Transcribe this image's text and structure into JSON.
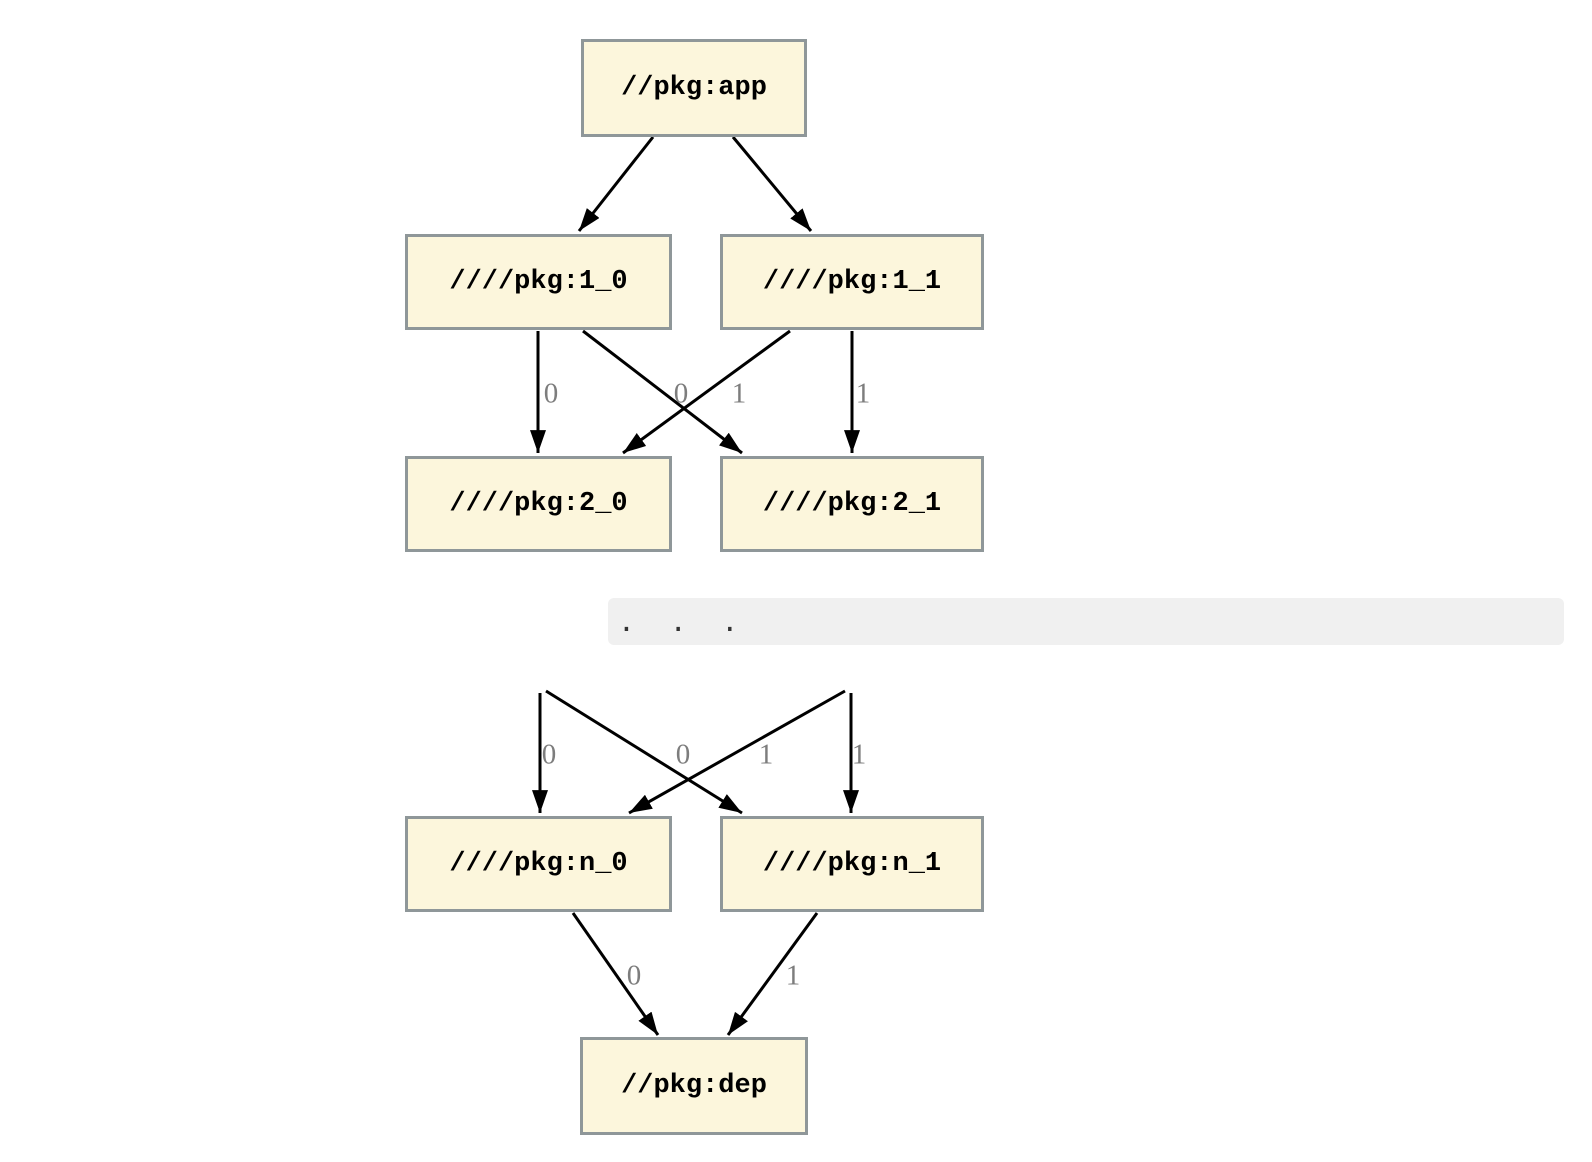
{
  "diagram": {
    "type": "dependency-graph",
    "colors": {
      "background": "#ffffff",
      "node_fill": "#fcf6dc",
      "node_border": "#8f9799",
      "node_text": "#000000",
      "edge": "#000000",
      "edge_label": "#7d7d7d",
      "ellipsis_band": "#f0f0f0"
    },
    "nodes": {
      "app": {
        "label": "//pkg:app"
      },
      "l1_0": {
        "label": "////pkg:1_0"
      },
      "l1_1": {
        "label": "////pkg:1_1"
      },
      "l2_0": {
        "label": "////pkg:2_0"
      },
      "l2_1": {
        "label": "////pkg:2_1"
      },
      "ln_0": {
        "label": "////pkg:n_0"
      },
      "ln_1": {
        "label": "////pkg:n_1"
      },
      "dep": {
        "label": "//pkg:dep"
      }
    },
    "ellipsis": {
      "text": ". . ."
    },
    "edges": [
      {
        "from": "//pkg:app",
        "to": "////pkg:1_0",
        "label": ""
      },
      {
        "from": "//pkg:app",
        "to": "////pkg:1_1",
        "label": ""
      },
      {
        "from": "////pkg:1_0",
        "to": "////pkg:2_0",
        "label": "0"
      },
      {
        "from": "////pkg:1_0",
        "to": "////pkg:2_1",
        "label": "1"
      },
      {
        "from": "////pkg:1_1",
        "to": "////pkg:2_0",
        "label": "0"
      },
      {
        "from": "////pkg:1_1",
        "to": "////pkg:2_1",
        "label": "1"
      },
      {
        "from": "...",
        "to": "////pkg:n_0",
        "label": "0"
      },
      {
        "from": "...",
        "to": "////pkg:n_1",
        "label": "1"
      },
      {
        "from": "...",
        "to": "////pkg:n_0",
        "label": "0"
      },
      {
        "from": "...",
        "to": "////pkg:n_1",
        "label": "1"
      },
      {
        "from": "////pkg:n_0",
        "to": "//pkg:dep",
        "label": "0"
      },
      {
        "from": "////pkg:n_1",
        "to": "//pkg:dep",
        "label": "1"
      }
    ]
  }
}
